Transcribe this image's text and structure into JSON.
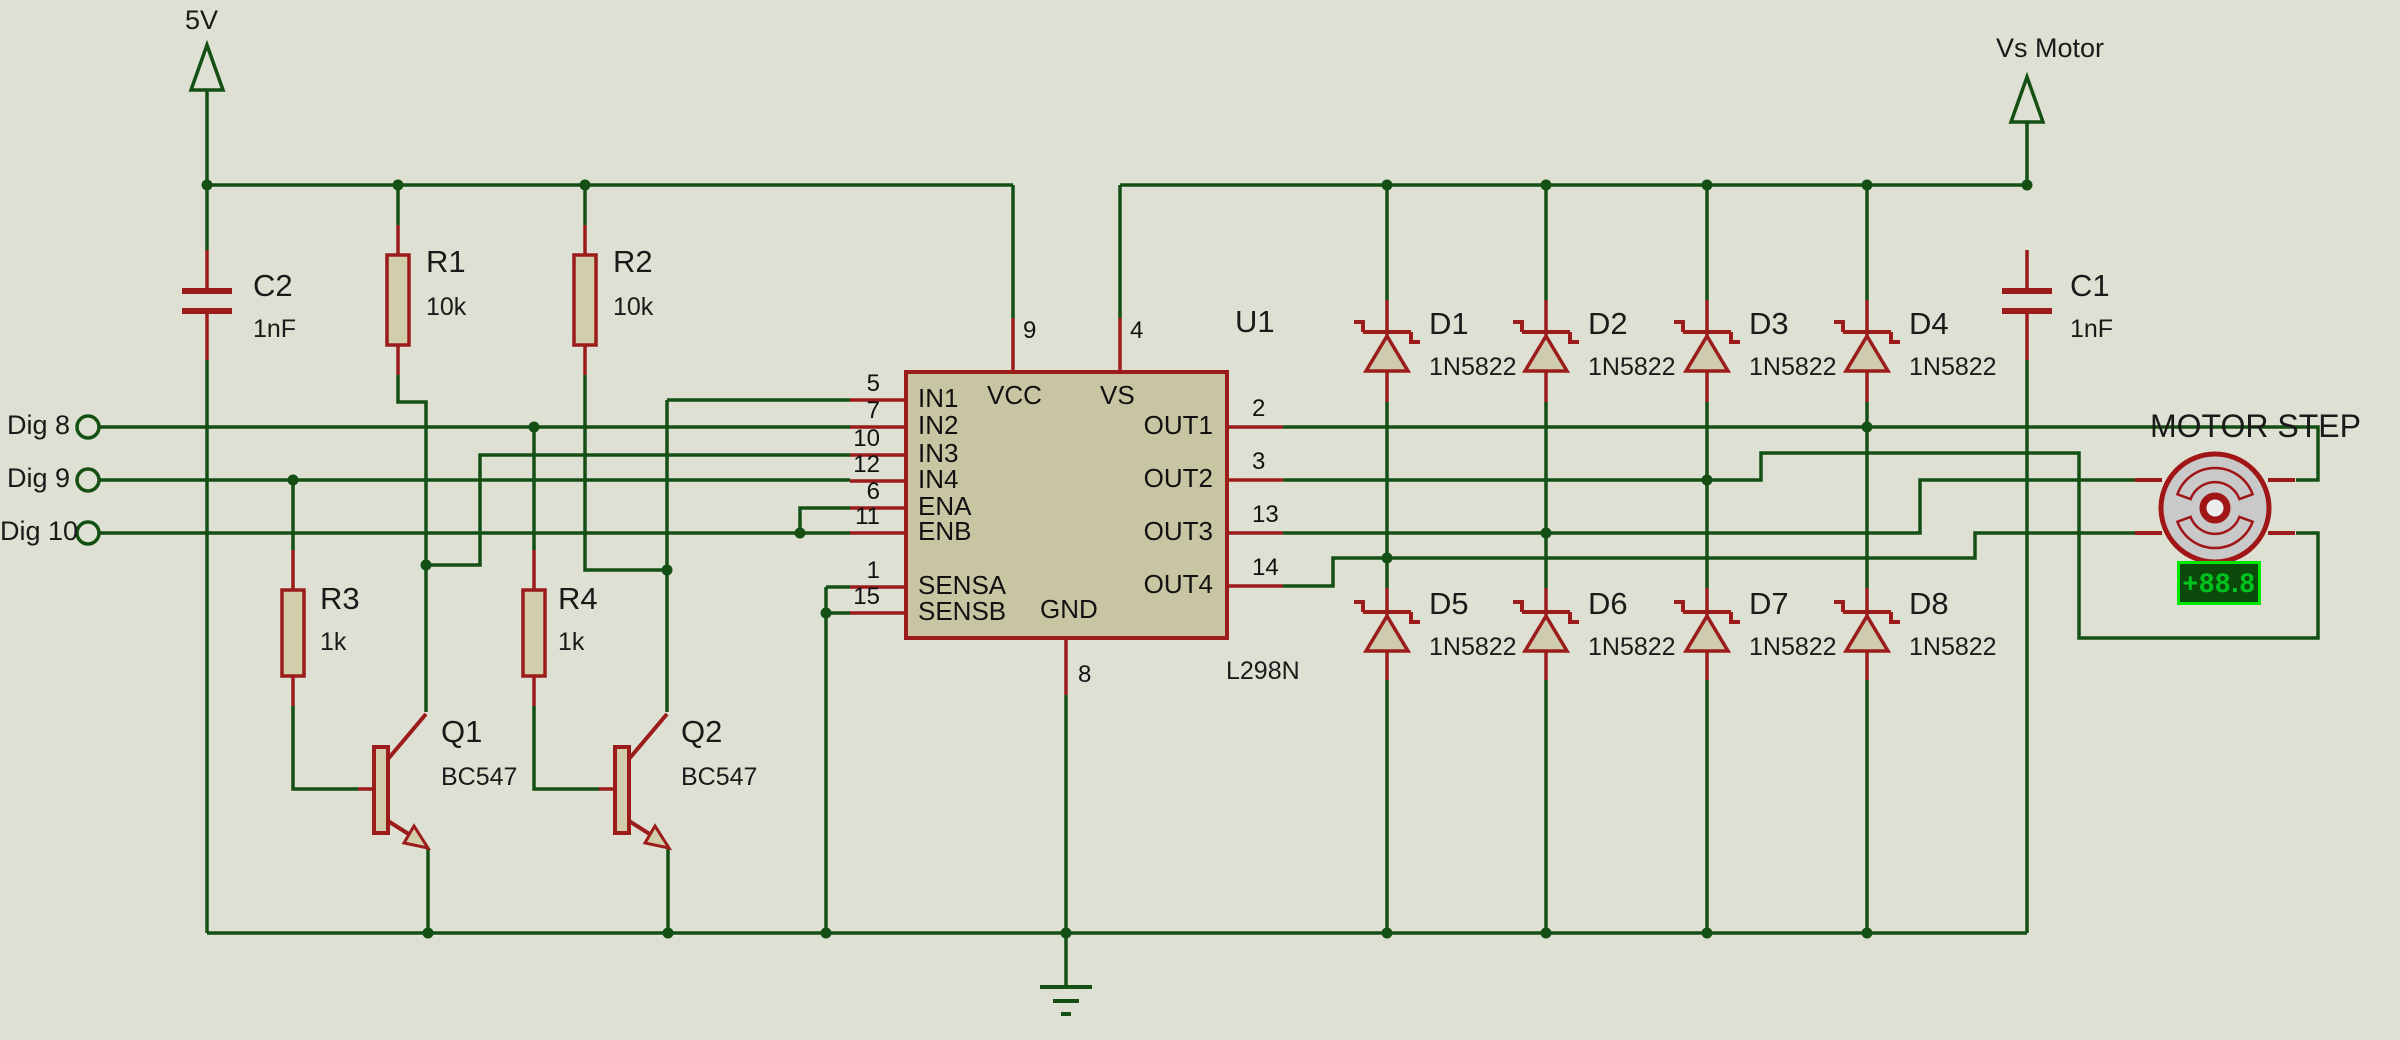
{
  "power": {
    "vcc_label": "5V",
    "vs_label": "Vs Motor"
  },
  "terminals": [
    {
      "label": "Dig 8"
    },
    {
      "label": "Dig 9"
    },
    {
      "label": "Dig 10"
    }
  ],
  "components": {
    "c2": {
      "ref": "C2",
      "value": "1nF"
    },
    "c1": {
      "ref": "C1",
      "value": "1nF"
    },
    "r1": {
      "ref": "R1",
      "value": "10k"
    },
    "r2": {
      "ref": "R2",
      "value": "10k"
    },
    "r3": {
      "ref": "R3",
      "value": "1k"
    },
    "r4": {
      "ref": "R4",
      "value": "1k"
    },
    "q1": {
      "ref": "Q1",
      "value": "BC547"
    },
    "q2": {
      "ref": "Q2",
      "value": "BC547"
    }
  },
  "diodes": [
    {
      "ref": "D1",
      "value": "1N5822"
    },
    {
      "ref": "D2",
      "value": "1N5822"
    },
    {
      "ref": "D3",
      "value": "1N5822"
    },
    {
      "ref": "D4",
      "value": "1N5822"
    },
    {
      "ref": "D5",
      "value": "1N5822"
    },
    {
      "ref": "D6",
      "value": "1N5822"
    },
    {
      "ref": "D7",
      "value": "1N5822"
    },
    {
      "ref": "D8",
      "value": "1N5822"
    }
  ],
  "u1": {
    "ref": "U1",
    "part": "L298N",
    "left_pins": [
      {
        "number": "5",
        "name": "IN1"
      },
      {
        "number": "7",
        "name": "IN2"
      },
      {
        "number": "10",
        "name": "IN3"
      },
      {
        "number": "12",
        "name": "IN4"
      },
      {
        "number": "6",
        "name": "ENA"
      },
      {
        "number": "11",
        "name": "ENB"
      },
      {
        "number": "1",
        "name": "SENSA"
      },
      {
        "number": "15",
        "name": "SENSB"
      }
    ],
    "right_pins": [
      {
        "number": "2",
        "name": "OUT1"
      },
      {
        "number": "3",
        "name": "OUT2"
      },
      {
        "number": "13",
        "name": "OUT3"
      },
      {
        "number": "14",
        "name": "OUT4"
      }
    ],
    "top_pins": [
      {
        "number": "9",
        "name": "VCC"
      },
      {
        "number": "4",
        "name": "VS"
      }
    ],
    "bottom_pins": [
      {
        "number": "8",
        "name": "GND"
      }
    ]
  },
  "motor": {
    "label": "MOTOR STEP",
    "display_value": "+88.8"
  },
  "colors": {
    "background": "#dde0d2",
    "wire": "#145014",
    "component": "#9c1b1b",
    "body_fill": "#d2cdaa",
    "ic_fill": "#c8c5a3",
    "motor_body": "#c9c9c9",
    "display_border": "#00e800",
    "display_bg": "#0b4a0b",
    "display_text": "#00c41e"
  }
}
